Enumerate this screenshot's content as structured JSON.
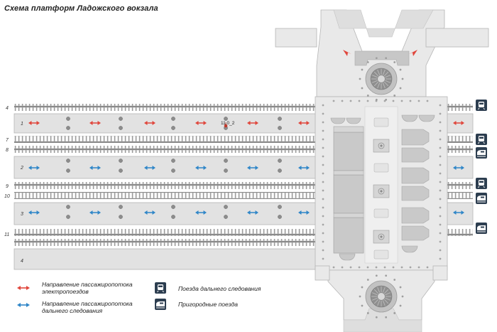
{
  "title": "Схема платформ Ладожского вокзала",
  "colors": {
    "red_arrow": "#e0463c",
    "blue_arrow": "#2f86c8",
    "platform": "#e2e2e2",
    "building": "#e9e9e9",
    "structure": "#bdbdbd",
    "icon_bg": "#2d3e50"
  },
  "track_labels": [
    "4",
    "1",
    "7",
    "8",
    "2",
    "9",
    "10",
    "3",
    "11",
    "4"
  ],
  "platforms": [
    {
      "label": "1",
      "direction": "suburban"
    },
    {
      "label": "2",
      "direction": "long-distance"
    },
    {
      "label": "3",
      "direction": "long-distance"
    }
  ],
  "marker_label": "11.0_2",
  "legend": {
    "red": [
      "Направление пассажиропотока",
      "электропоездов"
    ],
    "blue": [
      "Направление пассажиропотока",
      "дальнего следования"
    ],
    "long_distance": "Поезда дальнего следования",
    "suburban": "Пригородные поезда"
  },
  "track_icons": [
    {
      "row": "4",
      "type": "long-distance-train-icon"
    },
    {
      "row": "7",
      "type": "long-distance-train-icon"
    },
    {
      "row": "8",
      "type": "suburban-train-icon"
    },
    {
      "row": "9",
      "type": "long-distance-train-icon"
    },
    {
      "row": "10",
      "type": "suburban-train-icon"
    },
    {
      "row": "11",
      "type": "suburban-train-icon"
    }
  ]
}
